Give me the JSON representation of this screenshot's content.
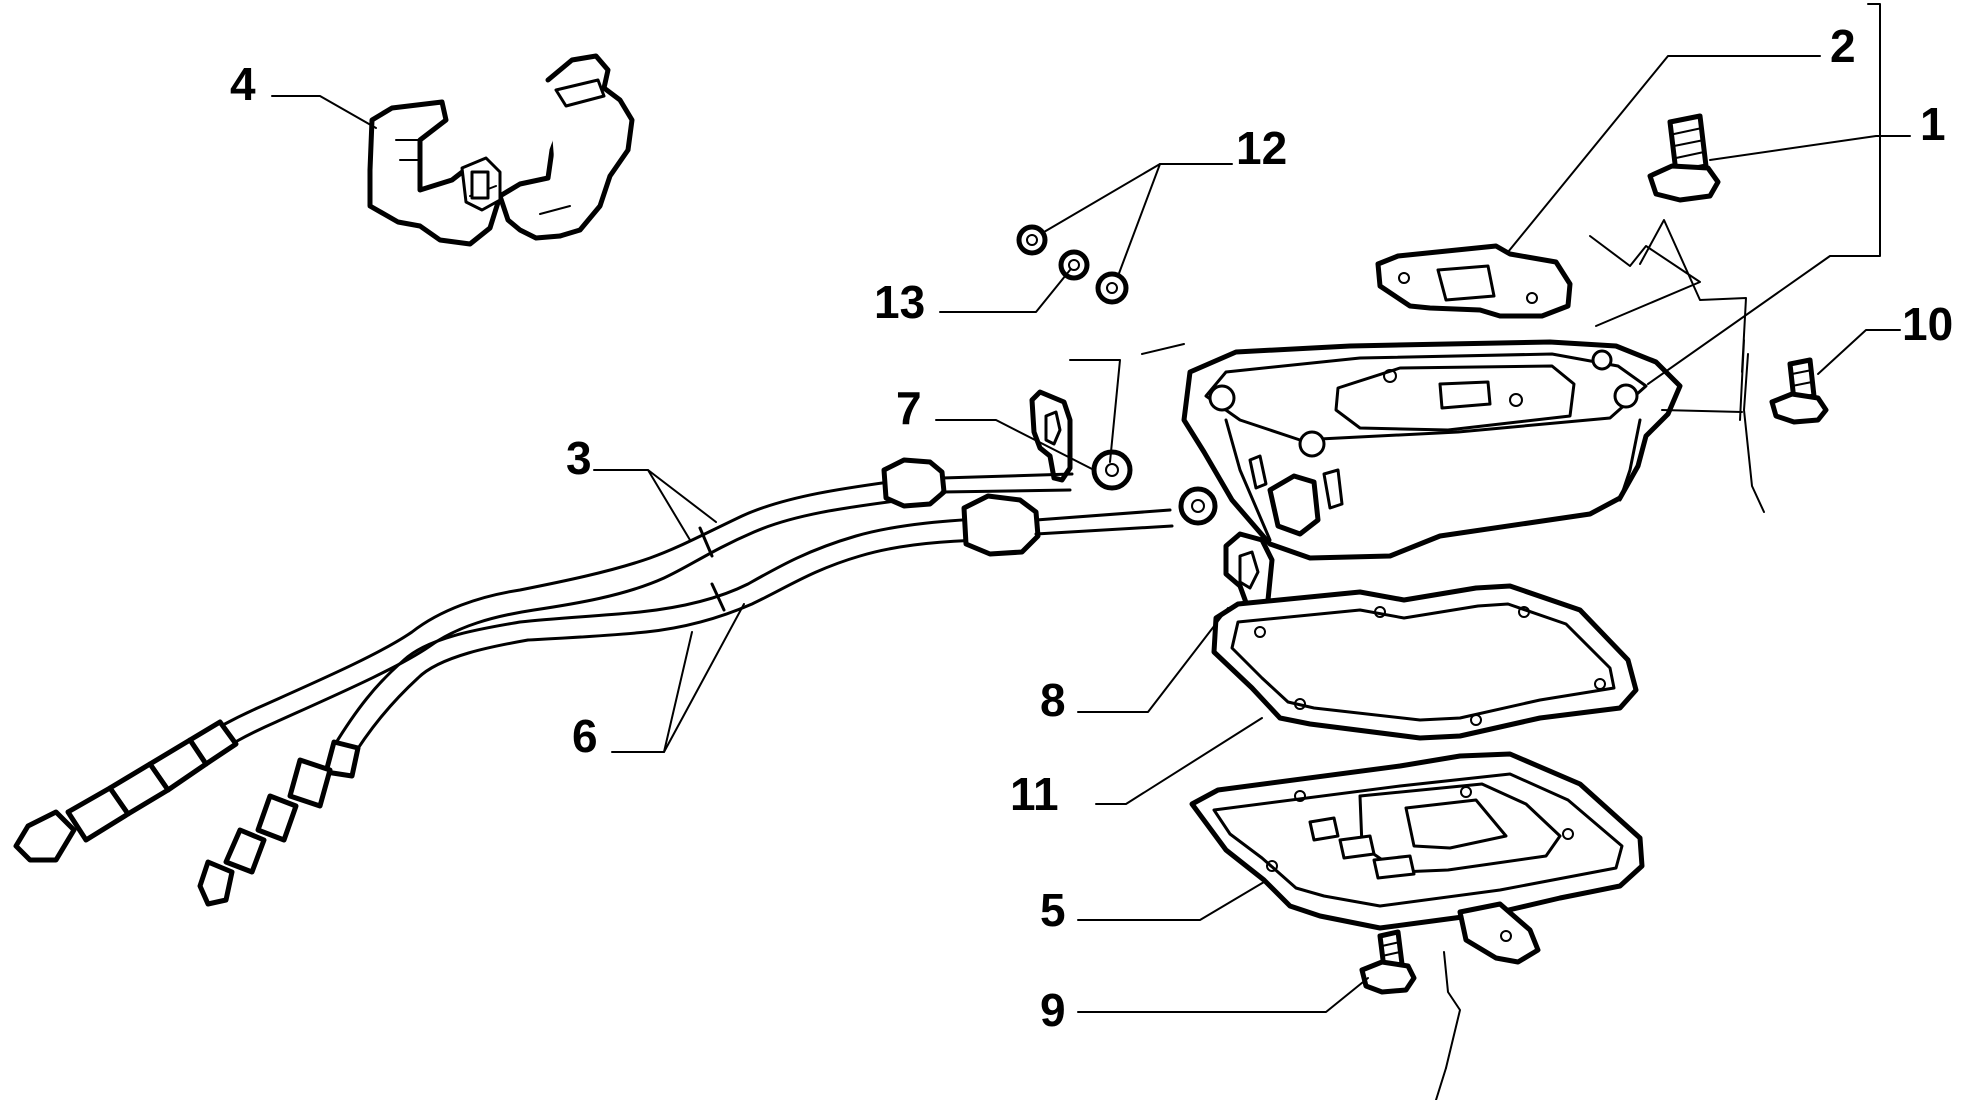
{
  "diagram": {
    "callouts": [
      {
        "id": "c1",
        "label": "1"
      },
      {
        "id": "c2",
        "label": "2"
      },
      {
        "id": "c3",
        "label": "3"
      },
      {
        "id": "c4",
        "label": "4"
      },
      {
        "id": "c5",
        "label": "5"
      },
      {
        "id": "c6",
        "label": "6"
      },
      {
        "id": "c7",
        "label": "7"
      },
      {
        "id": "c8",
        "label": "8"
      },
      {
        "id": "c9",
        "label": "9"
      },
      {
        "id": "c10",
        "label": "10"
      },
      {
        "id": "c11",
        "label": "11"
      },
      {
        "id": "c12",
        "label": "12"
      },
      {
        "id": "c13",
        "label": "13"
      }
    ],
    "colors": {
      "ink": "#000000",
      "paper": "#ffffff"
    }
  }
}
